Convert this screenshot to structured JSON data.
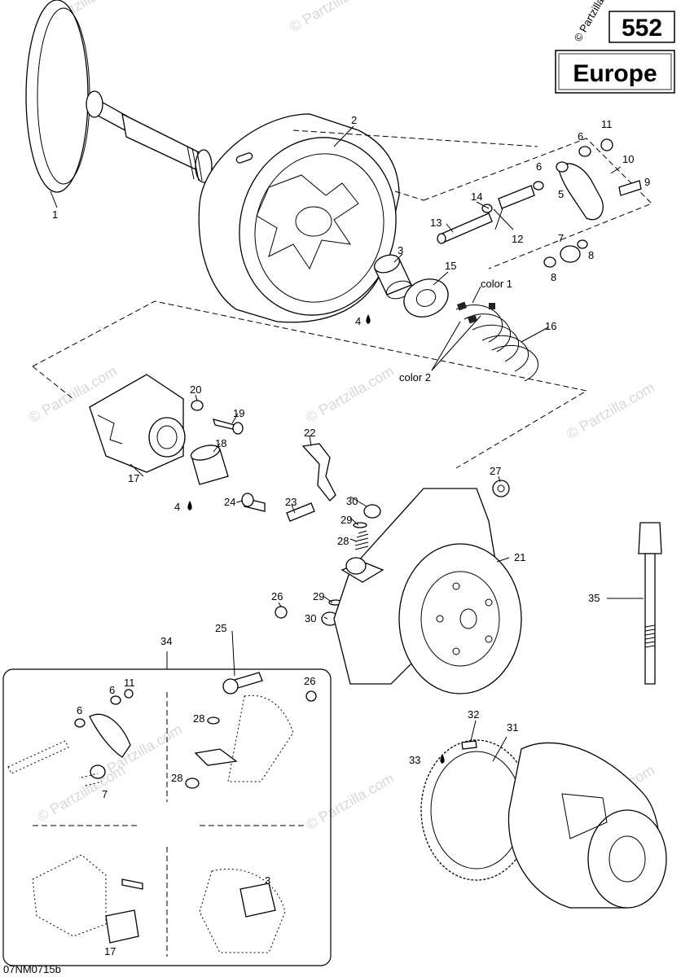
{
  "header": {
    "page_number": "552",
    "region": "Europe",
    "copyright": "© Partzilla"
  },
  "footer": {
    "drawing_code": "07NM0715b"
  },
  "watermark": {
    "text": "© Partzilla.com"
  },
  "callouts": {
    "c1": "1",
    "c2": "2",
    "c3": "3",
    "c4a": "4",
    "c4b": "4",
    "c5": "5",
    "c6": "6",
    "c6b": "6",
    "c7": "7",
    "c8a": "8",
    "c8b": "8",
    "c9": "9",
    "c10": "10",
    "c11": "11",
    "c12": "12",
    "c13": "13",
    "c14": "14",
    "c15": "15",
    "c16": "16",
    "c17": "17",
    "c18": "18",
    "c19": "19",
    "c20": "20",
    "c21": "21",
    "c22": "22",
    "c23": "23",
    "c24": "24",
    "c25": "25",
    "c26": "26",
    "c27": "27",
    "c28": "28",
    "c29a": "29",
    "c29b": "29",
    "c30a": "30",
    "c30b": "30",
    "c31": "31",
    "c32": "32",
    "c33": "33",
    "c34": "34",
    "c35": "35",
    "color1": "color 1",
    "color2": "color 2"
  },
  "kit": {
    "c6": "6",
    "c11": "11",
    "c6b": "6",
    "c7": "7",
    "c26": "26",
    "c28a": "28",
    "c28b": "28",
    "c3": "3",
    "c17": "17"
  }
}
